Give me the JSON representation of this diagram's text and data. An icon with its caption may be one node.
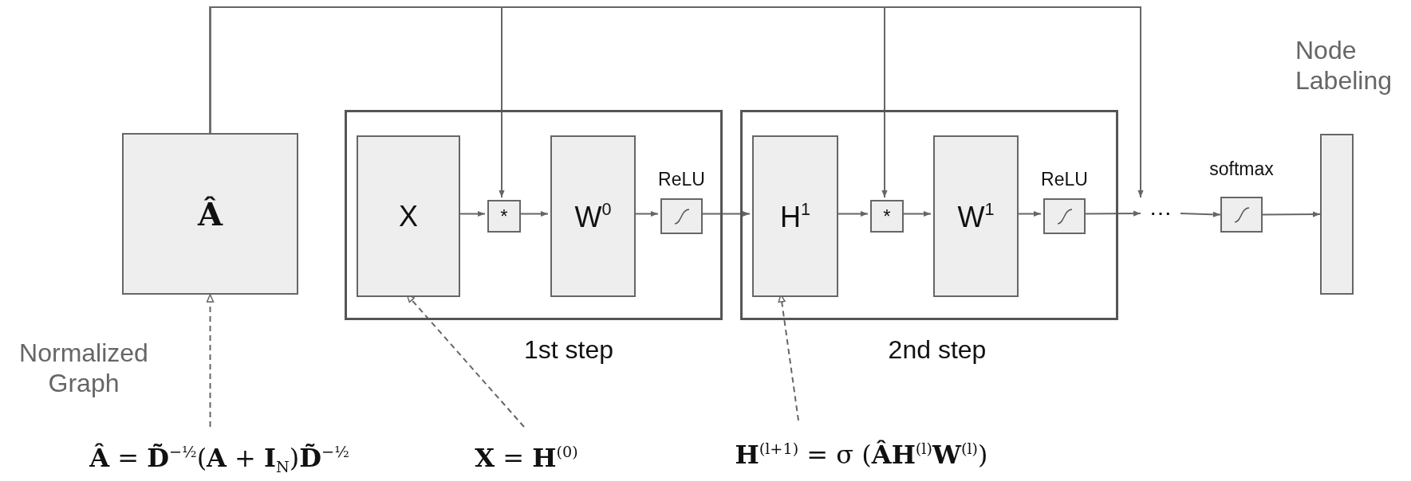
{
  "diagram": {
    "nodes": [
      {
        "text": [
          "Â"
        ]
      },
      {
        "text": [
          "1st step"
        ]
      },
      {
        "text": [
          "X"
        ],
        "in": 1
      },
      {
        "text": [
          "*"
        ],
        "in": 1
      },
      {
        "text": [
          "W$^{0}$"
        ],
        "in": 1
      },
      {
        "text": [
          "ReLU"
        ],
        "in": 1
      },
      {
        "text": [
          "2nd step"
        ]
      },
      {
        "text": [
          "H$^{1}$"
        ],
        "in": 6
      },
      {
        "text": [
          "*"
        ],
        "in": 6
      },
      {
        "text": [
          "W$^{1}$"
        ],
        "in": 6
      },
      {
        "text": [
          "ReLU"
        ],
        "in": 6
      },
      {
        "text": [
          "⋯"
        ]
      },
      {
        "text": [
          "softmax"
        ]
      },
      {
        "text": [
          "Node Labeling"
        ]
      },
      {
        "text": [
          "**Â** = **D̃**$^{−½}$(**A** + **I**$_{N}$)**D̃**$^{−½}$"
        ]
      },
      {
        "text": [
          "**X** = **H**$^{(0)}$"
        ]
      },
      {
        "text": [
          "**H**$^{(l+1)}$ = σ (**ÂH**$^{(l)}$**W**$^{(l)}$)"
        ]
      }
    ],
    "edges": [
      {
        "from": 0,
        "to": 3,
        "arrow": "to"
      },
      {
        "from": 0,
        "to": 8,
        "arrow": "to"
      },
      {
        "from": 0,
        "to": 11,
        "arrow": "to"
      },
      {
        "from": 2,
        "to": 3,
        "arrow": "to"
      },
      {
        "from": 3,
        "to": 4,
        "arrow": "to"
      },
      {
        "from": 4,
        "to": 5,
        "arrow": "to"
      },
      {
        "from": 5,
        "to": 7,
        "arrow": "to"
      },
      {
        "from": 7,
        "to": 8,
        "arrow": "to"
      },
      {
        "from": 8,
        "to": 9,
        "arrow": "to"
      },
      {
        "from": 9,
        "to": 10,
        "arrow": "to"
      },
      {
        "from": 10,
        "to": 11,
        "arrow": "to"
      },
      {
        "from": 11,
        "to": 12,
        "arrow": "to"
      },
      {
        "from": 12,
        "to": 13,
        "arrow": "to"
      },
      {
        "from": 14,
        "to": 0,
        "arrow": "to",
        "style": "dashed"
      },
      {
        "from": 15,
        "to": 2,
        "arrow": "to",
        "style": "dashed"
      },
      {
        "from": 16,
        "to": 7,
        "arrow": "to",
        "style": "dashed"
      }
    ],
    "labels": [
      "Normalized Graph"
    ]
  }
}
